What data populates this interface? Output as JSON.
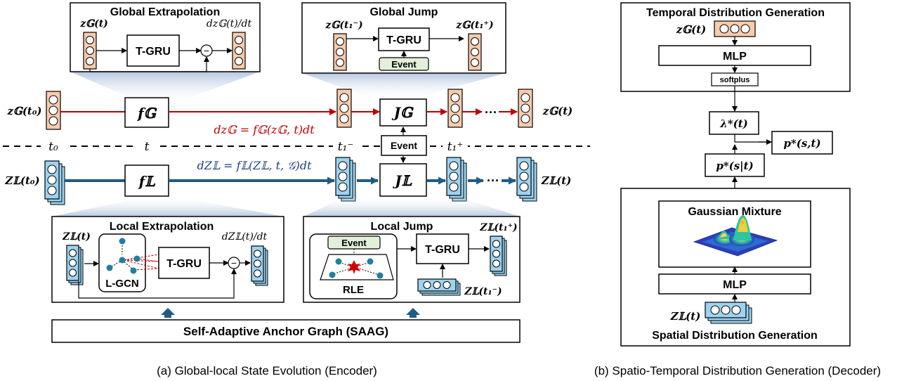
{
  "encoder": {
    "caption": "(a) Global-local State Evolution (Encoder)",
    "global_extrapolation": {
      "title": "Global Extrapolation",
      "input_label": "z𝔾(t)",
      "module": "T-GRU",
      "output_label": "dz𝔾(t)/dt",
      "op": "−"
    },
    "global_jump": {
      "title": "Global Jump",
      "input_label": "z𝔾(t₁⁻)",
      "module": "T-GRU",
      "event": "Event",
      "output_label": "z𝔾(t₁⁺)"
    },
    "global_line": {
      "start_label": "z𝔾(t₀)",
      "func": "f𝔾",
      "equation": "dz𝔾 = f𝔾(z𝔾, t)dt",
      "jump": "J𝔾",
      "ellipsis": "···",
      "end_label": "z𝔾(t)"
    },
    "time_labels": [
      "t₀",
      "t",
      "t₁⁻",
      "t₁⁺"
    ],
    "middle_event": "Event",
    "local_line": {
      "start_label": "Z𝕃(t₀)",
      "func": "f𝕃",
      "equation": "dZ𝕃 = f𝕃(Z𝕃, t, 𝒢)dt",
      "jump": "J𝕃",
      "ellipsis": "···",
      "end_label": "Z𝕃(t)"
    },
    "local_extrapolation": {
      "title": "Local Extrapolation",
      "input_label": "Z𝕃(t)",
      "gcn": "L-GCN",
      "module": "T-GRU",
      "output_label": "dZ𝕃(t)/dt",
      "op": "−"
    },
    "local_jump": {
      "title": "Local Jump",
      "event": "Event",
      "rle": "RLE",
      "module": "T-GRU",
      "output_label": "Z𝕃(t₁⁺)",
      "input_label": "Z𝕃(t₁⁻)"
    },
    "saag": "Self-Adaptive Anchor Graph (SAAG)"
  },
  "decoder": {
    "caption": "(b) Spatio-Temporal Distribution Generation (Decoder)",
    "temporal": {
      "title": "Temporal Distribution Generation",
      "input_label": "z𝔾(t)",
      "mlp": "MLP",
      "activation": "softplus"
    },
    "lambda": "λ*(t)",
    "p_st": "p*(s,t)",
    "p_s_given_t": "p*(s|t)",
    "spatial": {
      "title": "Spatial Distribution Generation",
      "mixture": "Gaussian Mixture",
      "mlp": "MLP",
      "input_label": "Z𝕃(t)"
    }
  },
  "colors": {
    "global_red": "#c00000",
    "local_blue": "#1f5c85",
    "node_orange": "#f8cbad",
    "node_blue": "#9dd3f0",
    "event_green": "#e2f0d9",
    "gcn_teal": "#1f7fa3"
  }
}
